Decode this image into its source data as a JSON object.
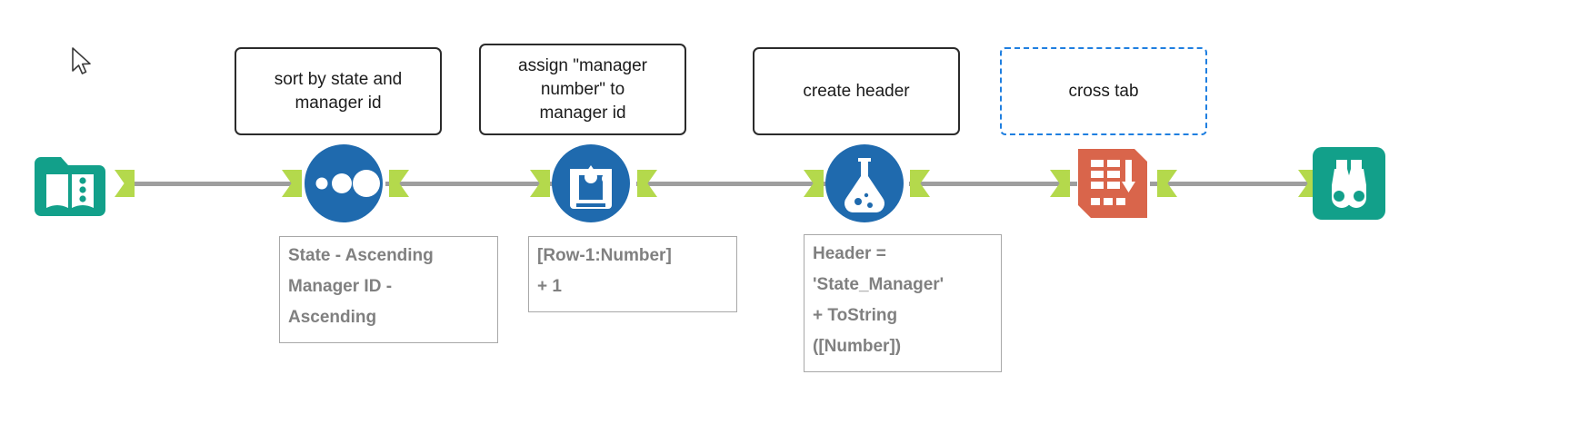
{
  "app": {
    "name": "workflow-canvas",
    "background_color": "#ffffff"
  },
  "palette": {
    "tool_blue": "#1F6AAE",
    "tool_teal": "#12A08A",
    "tool_orange": "#D9654B",
    "connector_green": "#B4D94C",
    "wire_gray": "#9E9E9E",
    "comment_border": "#2B2B2B",
    "comment_dashed_border": "#1F7FE0",
    "annotation_text": "#808080",
    "annotation_border": "#A8A8A8"
  },
  "comments": [
    {
      "id": "comment-sort",
      "text": "sort by state and\nmanager id",
      "style": "solid"
    },
    {
      "id": "comment-multi-row-formula",
      "text": "assign \"manager\nnumber\" to\nmanager id",
      "style": "solid"
    },
    {
      "id": "comment-formula",
      "text": "create header",
      "style": "solid"
    },
    {
      "id": "comment-cross-tab",
      "text": "cross tab",
      "style": "dashed"
    }
  ],
  "annotations": [
    {
      "id": "annotation-sort",
      "text": "State - Ascending\nManager ID -\nAscending"
    },
    {
      "id": "annotation-multi-row-formula",
      "text": "[Row-1:Number]\n+ 1"
    },
    {
      "id": "annotation-formula",
      "text": "Header =\n'State_Manager'\n+ ToString\n([Number])"
    }
  ],
  "tools": [
    {
      "id": "tool-input-data",
      "icon": "input-data-icon",
      "color": "#12A08A"
    },
    {
      "id": "tool-sort",
      "icon": "sort-icon",
      "color": "#1F6AAE"
    },
    {
      "id": "tool-multi-row-formula",
      "icon": "multi-row-formula-icon",
      "color": "#1F6AAE"
    },
    {
      "id": "tool-formula",
      "icon": "formula-flask-icon",
      "color": "#1F6AAE"
    },
    {
      "id": "tool-cross-tab",
      "icon": "cross-tab-icon",
      "color": "#D9654B"
    },
    {
      "id": "tool-browse",
      "icon": "browse-binoculars-icon",
      "color": "#12A08A"
    }
  ],
  "cursor": {
    "icon": "mouse-pointer-icon"
  }
}
